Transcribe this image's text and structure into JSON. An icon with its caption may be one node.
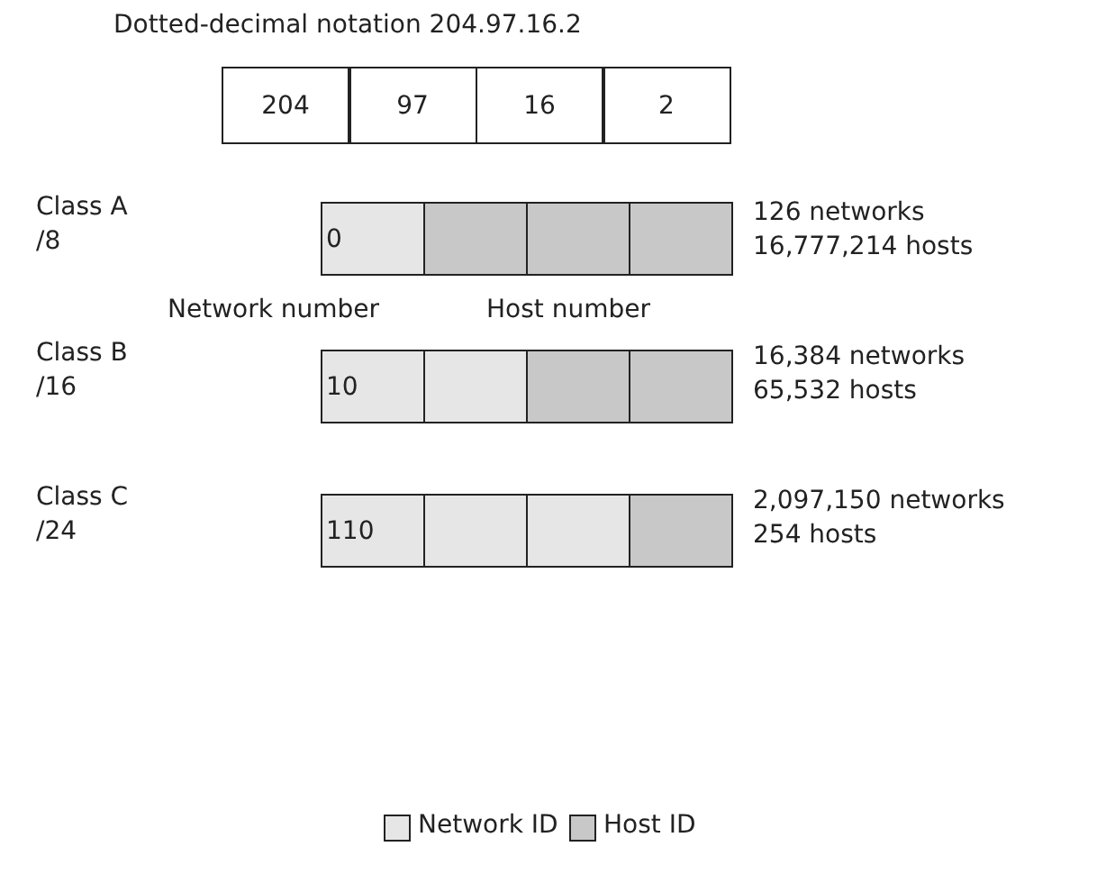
{
  "diagram": {
    "title": "Dotted-decimal notation  204.97.16.2",
    "nodes": [
      {
        "text": [
          "204"
        ]
      },
      {
        "text": [
          "97"
        ]
      },
      {
        "text": [
          "16"
        ]
      },
      {
        "text": [
          "2"
        ]
      },
      {
        "text": [
          "0"
        ]
      },
      {
        "text": [],
        "shape": "box"
      },
      {
        "text": [],
        "shape": "box"
      },
      {
        "text": [],
        "shape": "box"
      },
      {
        "text": [
          "10"
        ]
      },
      {
        "text": [],
        "shape": "box"
      },
      {
        "text": [],
        "shape": "box"
      },
      {
        "text": [],
        "shape": "box"
      },
      {
        "text": [
          "110"
        ]
      },
      {
        "text": [],
        "shape": "box"
      },
      {
        "text": [],
        "shape": "box"
      },
      {
        "text": [],
        "shape": "box"
      }
    ],
    "edges": [],
    "labels": [
      "Class A",
      "/8",
      "126 networks",
      "16,777,214 hosts",
      "Network number",
      "Host number",
      "Class B",
      "/16",
      "16,384 networks",
      "65,532 hosts",
      "Class C",
      "/24",
      "2,097,150 networks",
      "254 hosts"
    ],
    "legend": [
      {
        "text": "Network ID",
        "color": "#e6e6e6"
      },
      {
        "text": "Host ID",
        "color": "#c8c8c8"
      }
    ]
  }
}
